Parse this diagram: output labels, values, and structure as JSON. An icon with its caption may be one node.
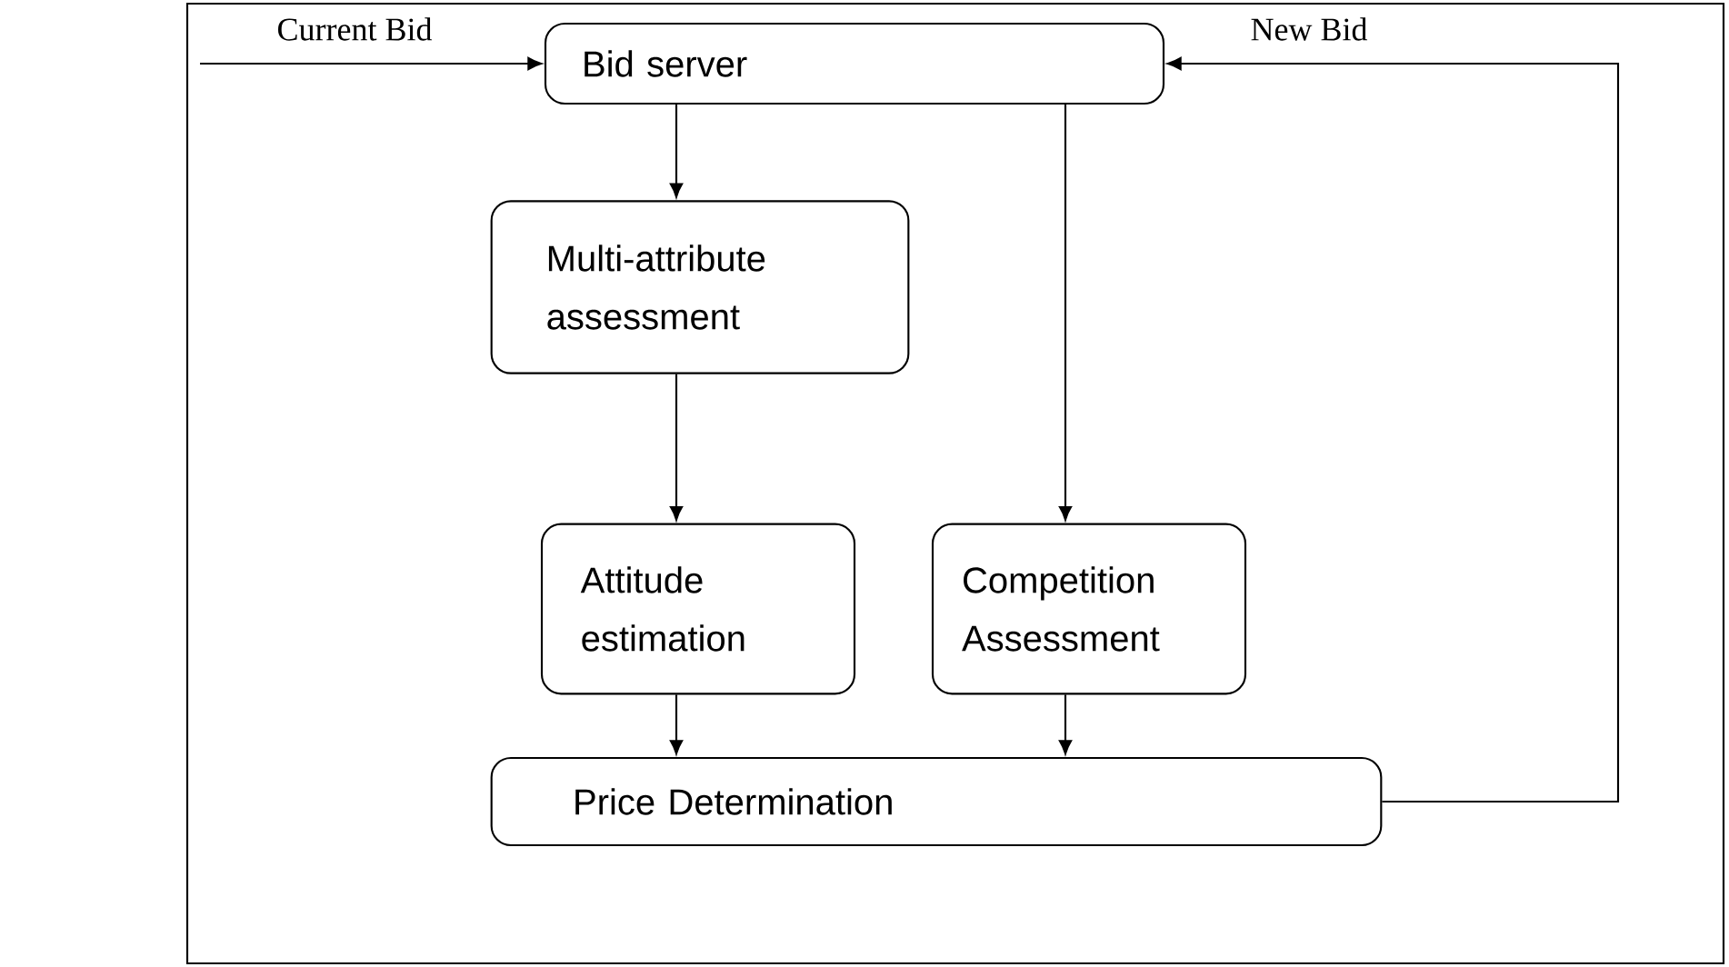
{
  "diagram": {
    "nodes": [
      {
        "text": [
          "Bid server"
        ]
      },
      {
        "text": [
          "Multi-attribute assessment"
        ]
      },
      {
        "text": [
          "Attitude estimation"
        ]
      },
      {
        "text": [
          "Competition Assessment"
        ]
      },
      {
        "text": [
          "Price Determination"
        ]
      }
    ],
    "edges": [
      {
        "from": null,
        "to": 0,
        "arrow": "to",
        "label": "Current Bid"
      },
      {
        "from": 0,
        "to": 1,
        "arrow": "to"
      },
      {
        "from": 1,
        "to": 2,
        "arrow": "to"
      },
      {
        "from": 0,
        "to": 3,
        "arrow": "to"
      },
      {
        "from": 2,
        "to": 4,
        "arrow": "to"
      },
      {
        "from": 3,
        "to": 4,
        "arrow": "to"
      },
      {
        "from": 4,
        "to": 0,
        "arrow": "to",
        "label": "New Bid"
      }
    ]
  }
}
